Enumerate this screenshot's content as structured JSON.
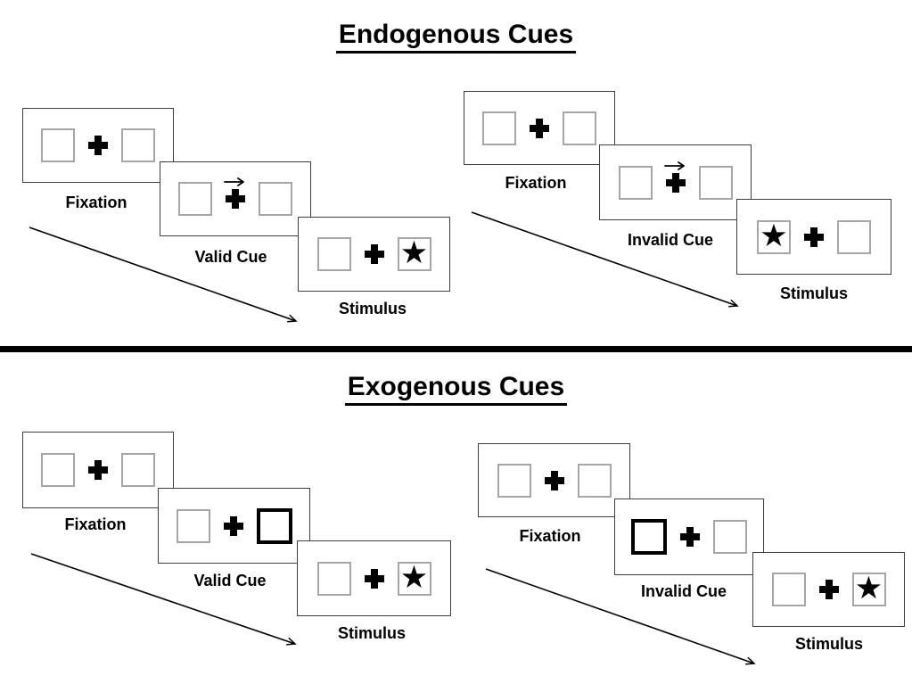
{
  "page": {
    "background": "#ffffff"
  },
  "colors": {
    "ink": "#000000",
    "panel_border": "#3f3f3f",
    "box_border": "#a6a6a6",
    "cue_highlight_border": "#000000",
    "divider": "#000000"
  },
  "icons": {
    "star": "★",
    "plus": "✚",
    "cue_arrow": "→",
    "timeline_arrow": "↘"
  },
  "sections": [
    {
      "title": "Endogenous Cues",
      "groups": [
        {
          "name": "valid-cue-trial",
          "panels": [
            {
              "label": "Fixation",
              "boxes": {
                "left": "empty",
                "right": "empty"
              },
              "cue_arrow": false
            },
            {
              "label": "Valid Cue",
              "boxes": {
                "left": "empty",
                "right": "empty"
              },
              "cue_arrow": true
            },
            {
              "label": "Stimulus",
              "boxes": {
                "left": "empty",
                "right": "star"
              },
              "cue_arrow": false
            }
          ]
        },
        {
          "name": "invalid-cue-trial",
          "panels": [
            {
              "label": "Fixation",
              "boxes": {
                "left": "empty",
                "right": "empty"
              },
              "cue_arrow": false
            },
            {
              "label": "Invalid Cue",
              "boxes": {
                "left": "empty",
                "right": "empty"
              },
              "cue_arrow": true
            },
            {
              "label": "Stimulus",
              "boxes": {
                "left": "star",
                "right": "empty"
              },
              "cue_arrow": false
            }
          ]
        }
      ]
    },
    {
      "title": "Exogenous Cues",
      "groups": [
        {
          "name": "valid-cue-trial",
          "panels": [
            {
              "label": "Fixation",
              "boxes": {
                "left": "empty",
                "right": "empty"
              },
              "cue_arrow": false
            },
            {
              "label": "Valid Cue",
              "boxes": {
                "left": "empty",
                "right": "highlighted"
              },
              "cue_arrow": false
            },
            {
              "label": "Stimulus",
              "boxes": {
                "left": "empty",
                "right": "star"
              },
              "cue_arrow": false
            }
          ]
        },
        {
          "name": "invalid-cue-trial",
          "panels": [
            {
              "label": "Fixation",
              "boxes": {
                "left": "empty",
                "right": "empty"
              },
              "cue_arrow": false
            },
            {
              "label": "Invalid Cue",
              "boxes": {
                "left": "highlighted",
                "right": "empty"
              },
              "cue_arrow": false
            },
            {
              "label": "Stimulus",
              "boxes": {
                "left": "empty",
                "right": "star"
              },
              "cue_arrow": false
            }
          ]
        }
      ]
    }
  ]
}
